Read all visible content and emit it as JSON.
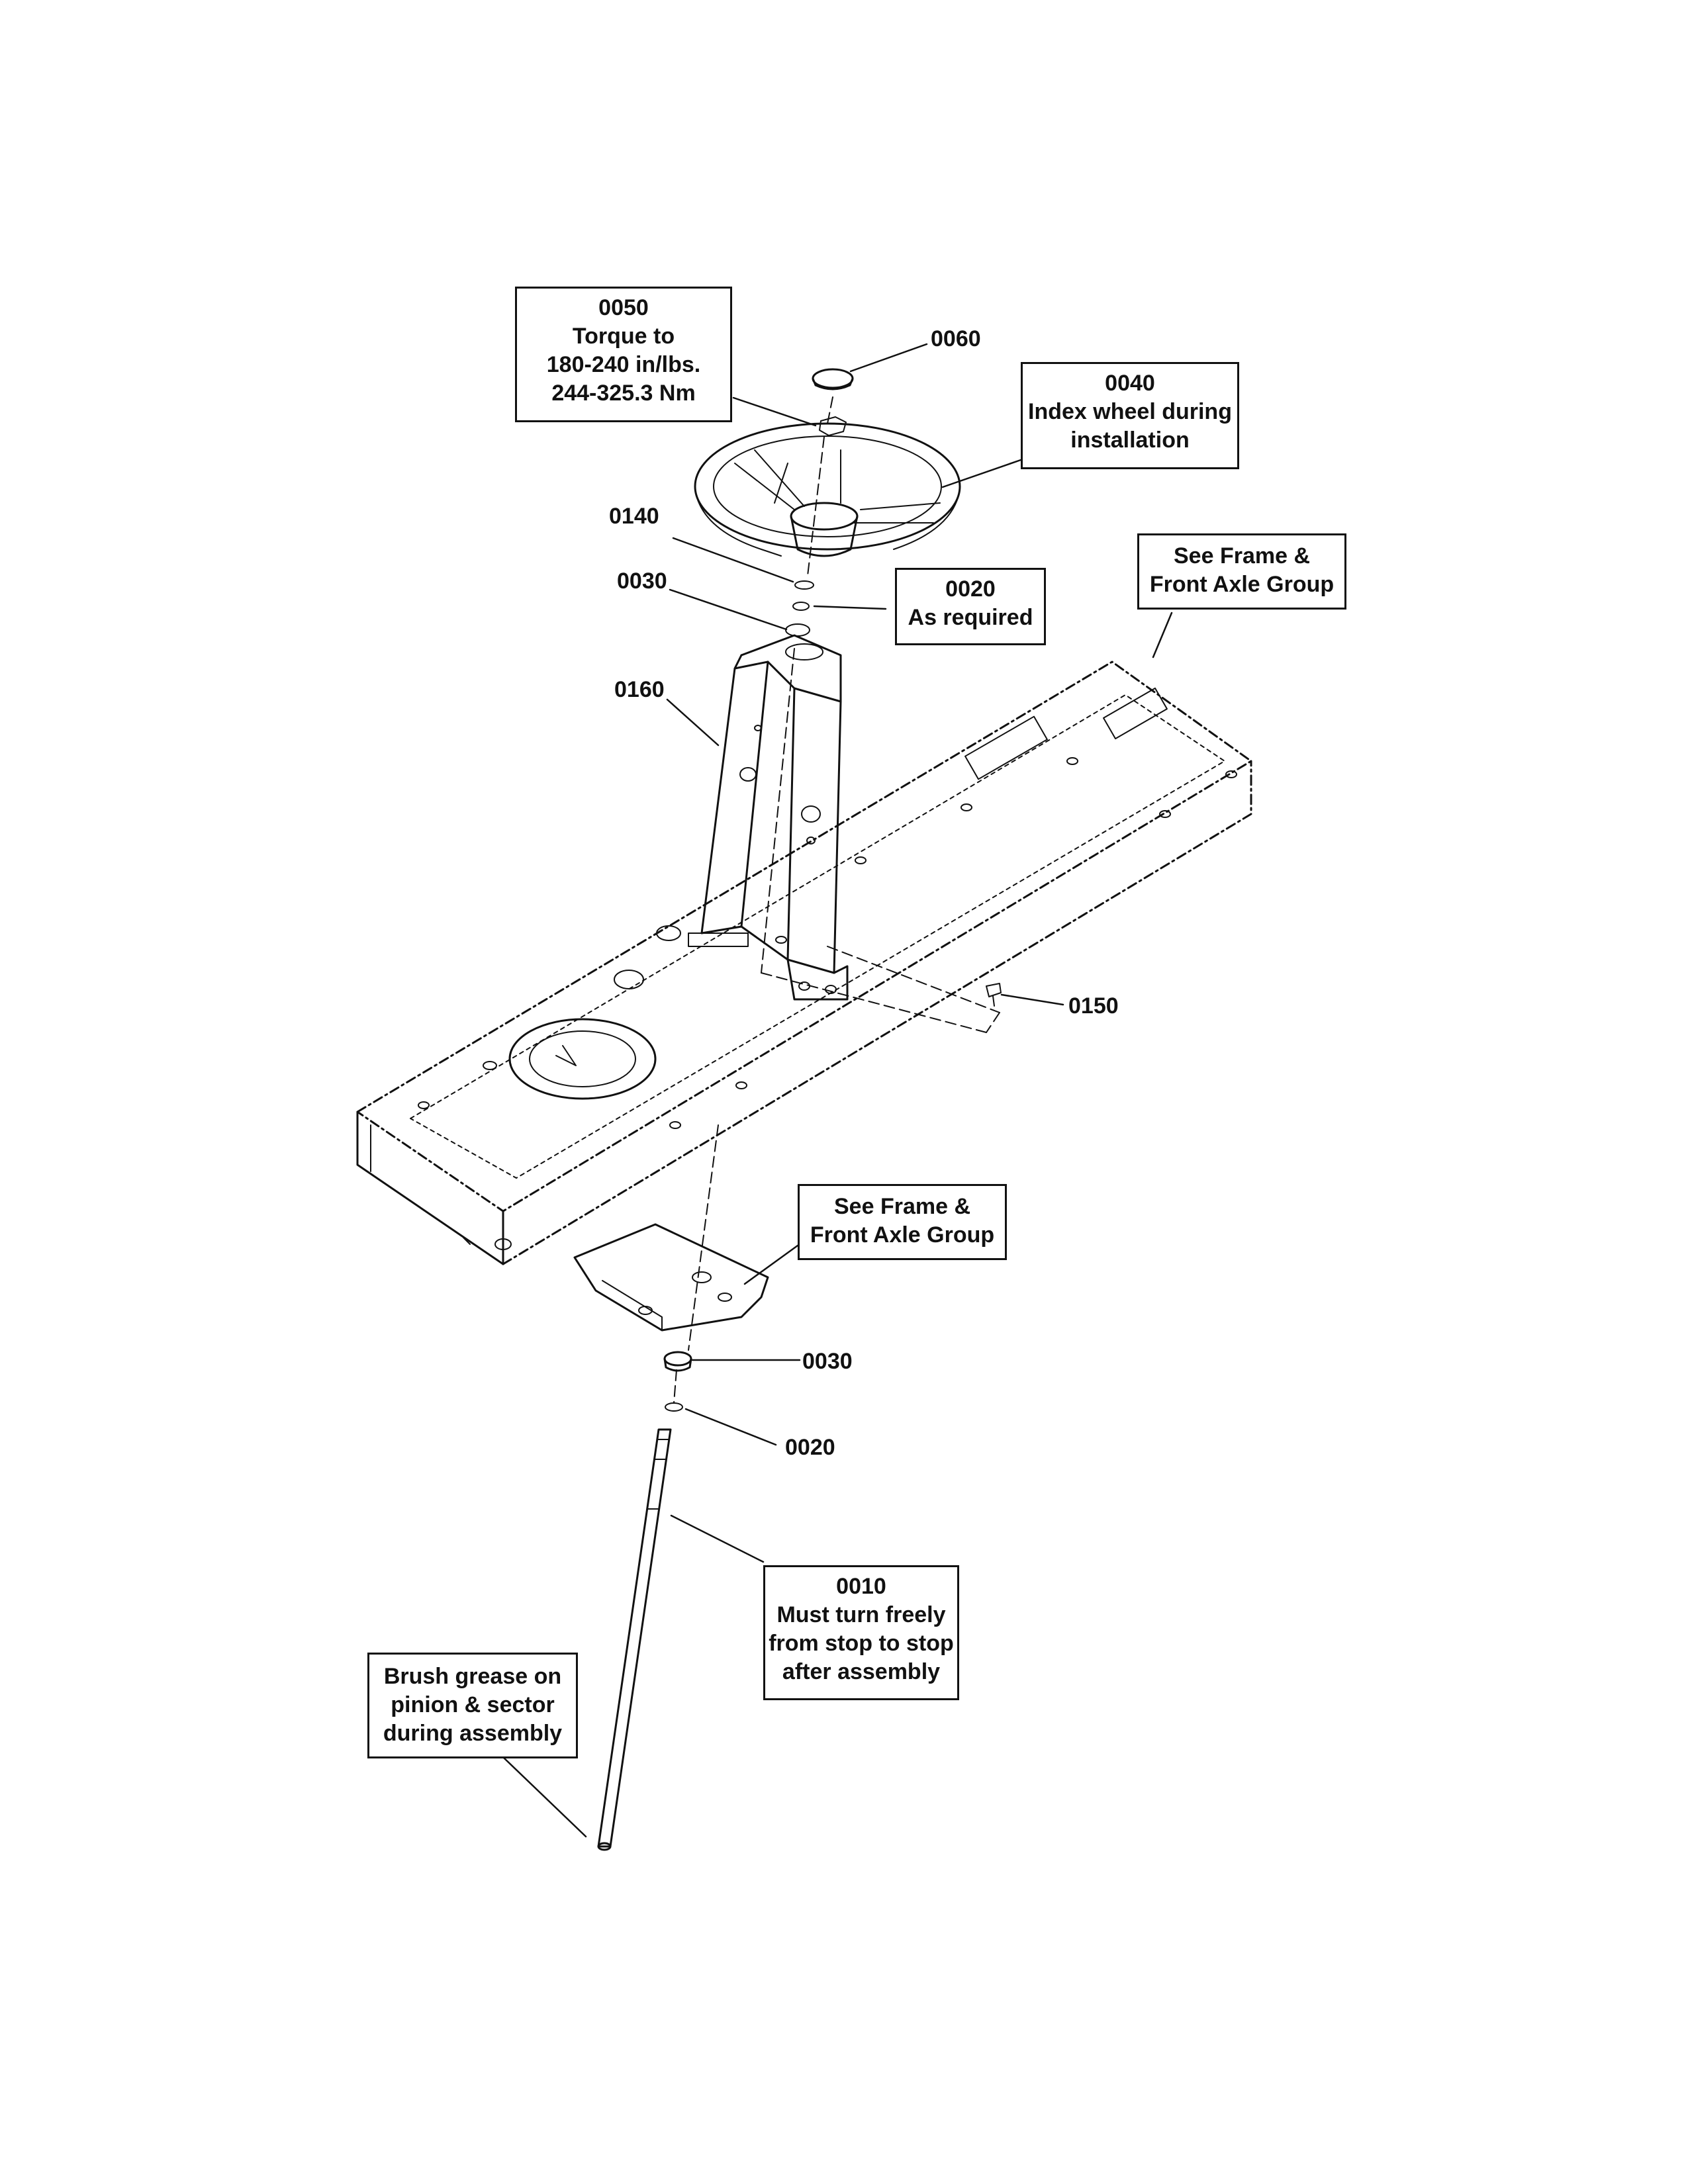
{
  "callouts": {
    "c0050": {
      "part": "0050",
      "lines": [
        "Torque to",
        "180-240 in/lbs.",
        "244-325.3 Nm"
      ]
    },
    "c0040": {
      "part": "0040",
      "lines": [
        "Index wheel during",
        "installation"
      ]
    },
    "c0020": {
      "part": "0020",
      "lines": [
        "As required"
      ]
    },
    "frame_top": {
      "lines": [
        "See Frame &",
        "Front Axle Group"
      ]
    },
    "frame_mid": {
      "lines": [
        "See Frame &",
        "Front Axle Group"
      ]
    },
    "c0010": {
      "part": "0010",
      "lines": [
        "Must turn freely",
        "from stop to stop",
        "after assembly"
      ]
    },
    "grease": {
      "lines": [
        "Brush grease on",
        "pinion & sector",
        "during assembly"
      ]
    }
  },
  "labels": {
    "p0060": "0060",
    "p0140": "0140",
    "p0030_top": "0030",
    "p0160": "0160",
    "p0150": "0150",
    "p0030_low": "0030",
    "p0020_low": "0020"
  },
  "colors": {
    "ink": "#111111",
    "paper": "#ffffff"
  }
}
